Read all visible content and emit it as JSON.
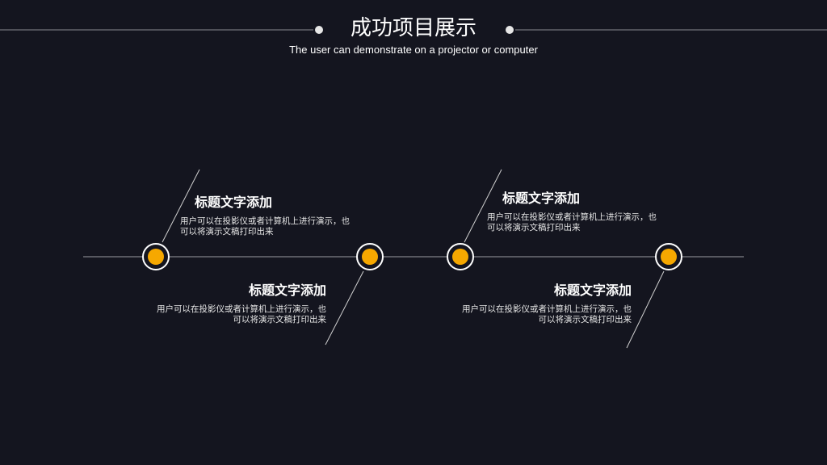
{
  "header": {
    "title": "成功项目展示",
    "subtitle": "The user can demonstrate on a projector or computer"
  },
  "colors": {
    "background": "#14151f",
    "accent": "#f6a800",
    "line": "#9a9aa0"
  },
  "cards": [
    {
      "title": "标题文字添加",
      "desc": "用户可以在投影仪或者计算机上进行演示，也\n可以将演示文稿打印出来"
    },
    {
      "title": "标题文字添加",
      "desc": "用户可以在投影仪或者计算机上进行演示，也\n可以将演示文稿打印出来"
    },
    {
      "title": "标题文字添加",
      "desc": "用户可以在投影仪或者计算机上进行演示，也\n可以将演示文稿打印出来"
    },
    {
      "title": "标题文字添加",
      "desc": "用户可以在投影仪或者计算机上进行演示，也\n可以将演示文稿打印出来"
    }
  ]
}
